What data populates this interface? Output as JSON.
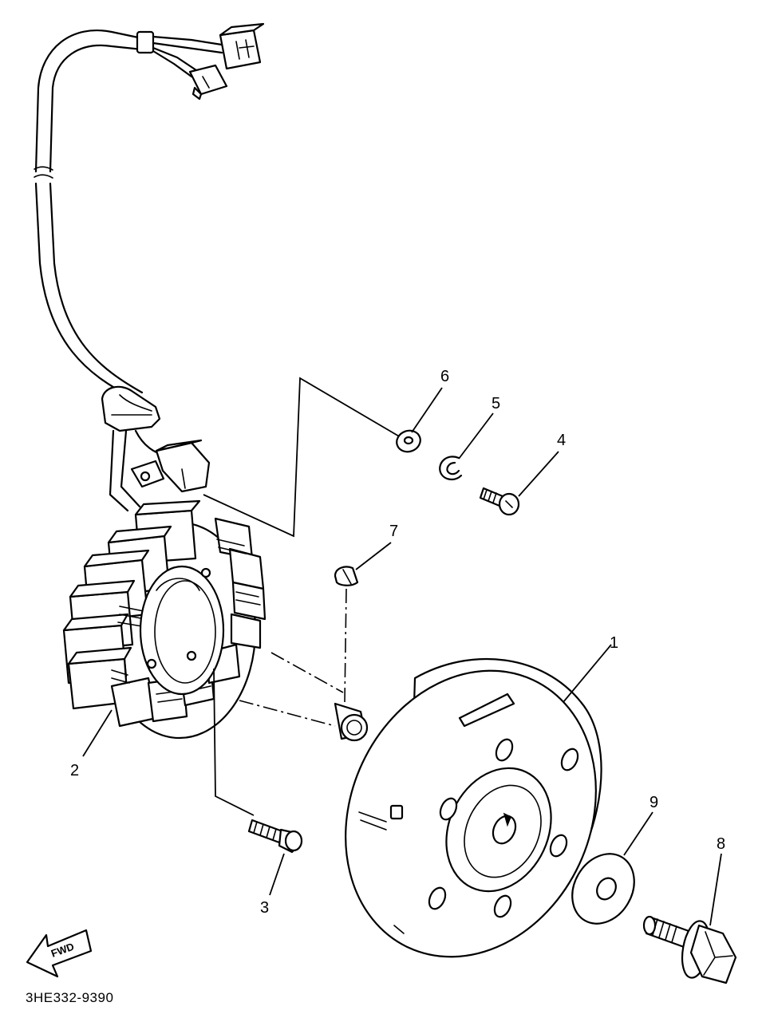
{
  "diagram": {
    "code": "3HE332-9390",
    "direction_label": "FWD",
    "parts": [
      {
        "ref": "1",
        "depicts": "rotor"
      },
      {
        "ref": "2",
        "depicts": "stator"
      },
      {
        "ref": "3",
        "depicts": "screw"
      },
      {
        "ref": "4",
        "depicts": "screw"
      },
      {
        "ref": "5",
        "depicts": "clip"
      },
      {
        "ref": "6",
        "depicts": "washer"
      },
      {
        "ref": "7",
        "depicts": "key"
      },
      {
        "ref": "8",
        "depicts": "bolt"
      },
      {
        "ref": "9",
        "depicts": "washer"
      }
    ]
  }
}
